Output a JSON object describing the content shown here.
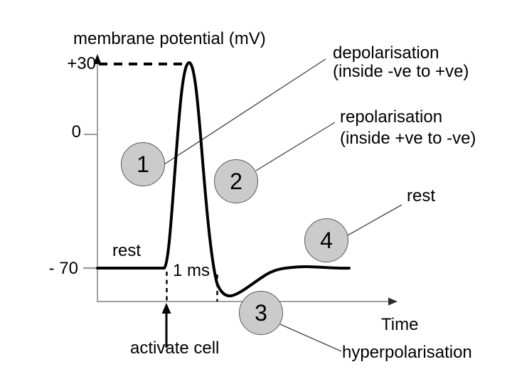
{
  "title": "membrane potential (mV)",
  "y_axis": {
    "label_plus30": "+30",
    "label_zero": "0",
    "label_minus70": "- 70"
  },
  "x_axis": {
    "label": "Time"
  },
  "curve_labels": {
    "rest_left": "rest",
    "duration": "1 ms",
    "activate_cell": "activate cell"
  },
  "annotations": {
    "depolarisation_line1": "depolarisation",
    "depolarisation_line2": "(inside -ve to +ve)",
    "repolarisation_line1": "repolarisation",
    "repolarisation_line2": "(inside +ve to -ve)",
    "rest_right": "rest",
    "hyperpolarisation": "hyperpolarisation"
  },
  "stages": [
    {
      "number": "1",
      "links_to": "depolarisation"
    },
    {
      "number": "2",
      "links_to": "repolarisation"
    },
    {
      "number": "3",
      "links_to": "hyperpolarisation"
    },
    {
      "number": "4",
      "links_to": "rest"
    }
  ],
  "chart_data": {
    "type": "line",
    "title": "membrane potential (mV)",
    "xlabel": "Time",
    "ylabel": "membrane potential (mV)",
    "y_tick_labels": [
      "+30",
      "0",
      "- 70"
    ],
    "resting_potential_mV": -70,
    "peak_potential_mV": 30,
    "spike_duration_label": "1 ms",
    "phases_in_order": [
      "rest",
      "depolarisation (inside -ve to +ve)",
      "repolarisation (inside +ve to -ve)",
      "hyperpolarisation",
      "rest"
    ],
    "trigger_label": "activate cell"
  },
  "colors": {
    "axis_gray": "#a0a0a0",
    "curve_black": "#000000",
    "stage_circle_fill": "#cbcbcb",
    "stage_circle_border": "#595959",
    "leader_line": "#444444"
  }
}
